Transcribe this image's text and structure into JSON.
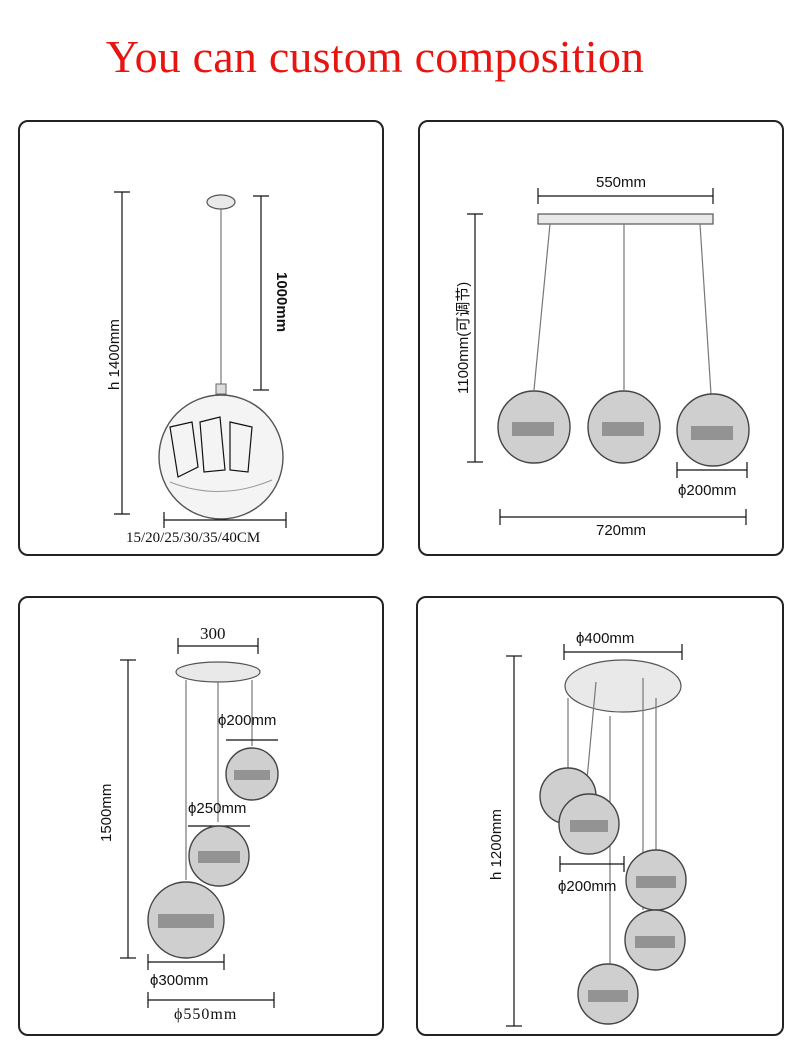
{
  "title": "You can custom composition",
  "panels": {
    "single": {
      "height_label": "h 1400mm",
      "cord_label": "1000mm",
      "diameter_label": "15/20/25/30/35/40CM"
    },
    "linear": {
      "bar_label": "550mm",
      "drop_label": "1100mm(可调节)",
      "globe_label": "ϕ200mm",
      "width_label": "720mm"
    },
    "round3": {
      "plate_label": "300",
      "drop_label": "1500mm",
      "small_label": "ϕ200mm",
      "medium_label": "ϕ250mm",
      "large_label": "ϕ300mm",
      "width_label": "ϕ550mm"
    },
    "round5": {
      "plate_label": "ϕ400mm",
      "drop_label": "h 1200mm",
      "globe_label": "ϕ200mm"
    }
  }
}
